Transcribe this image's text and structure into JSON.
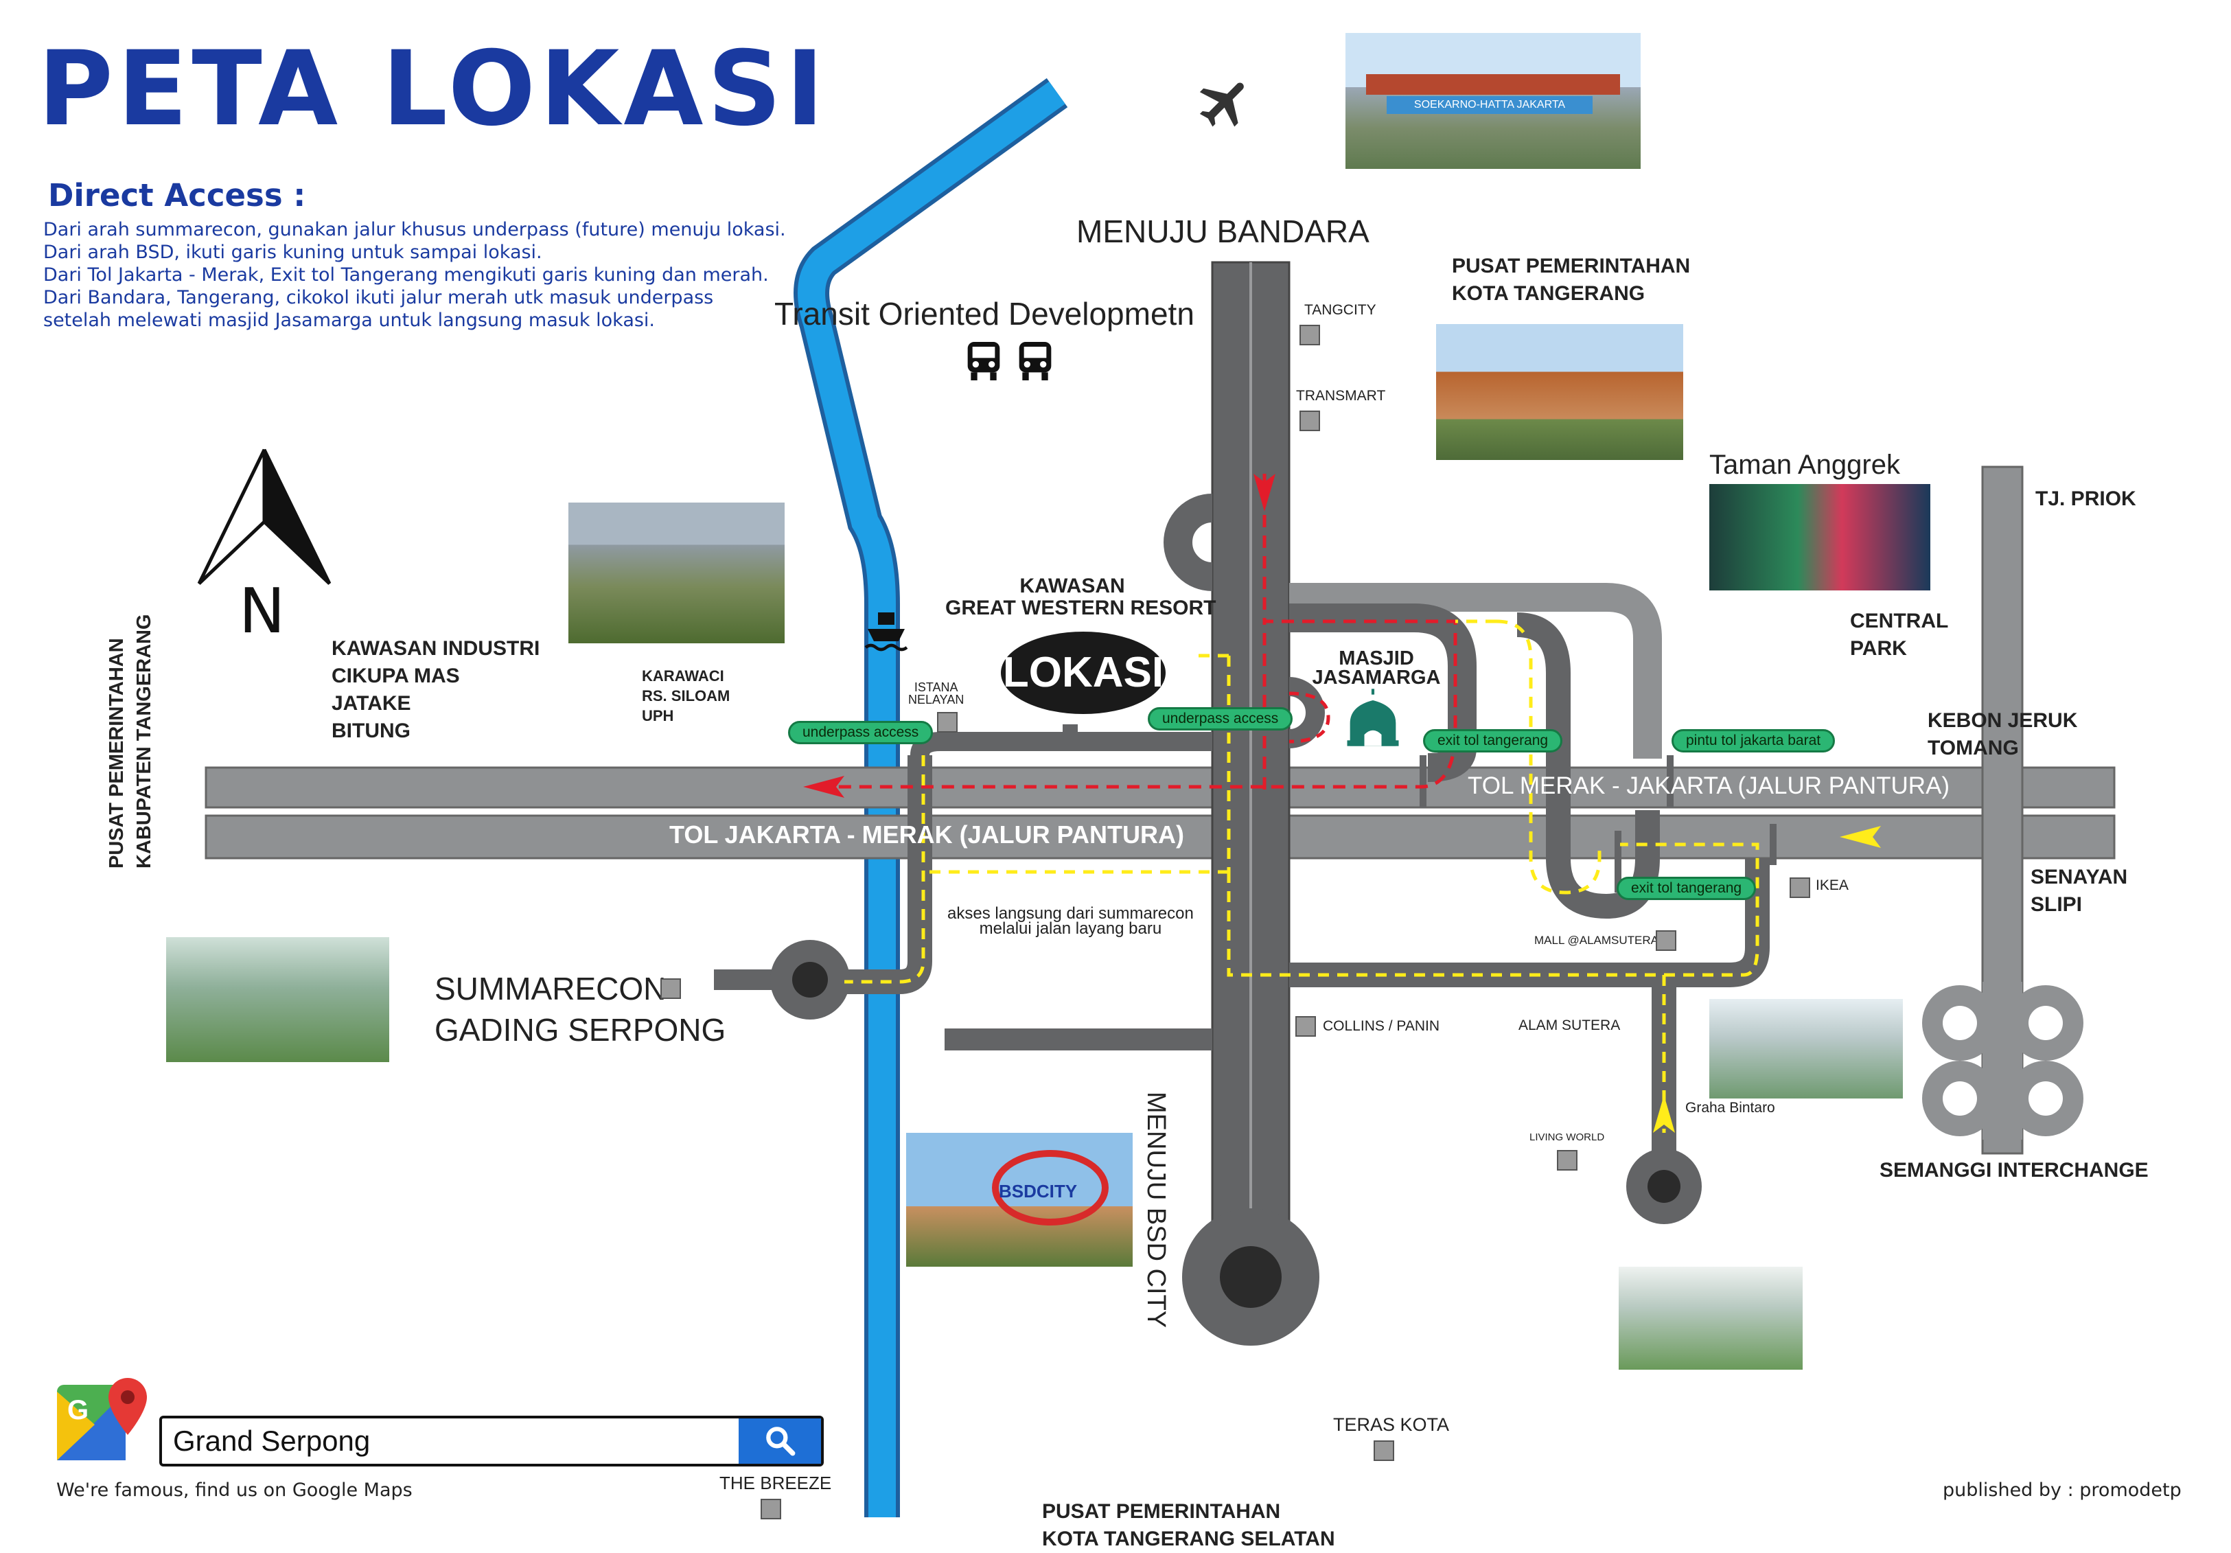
{
  "title": "PETA LOKASI",
  "direct_access": {
    "heading": "Direct Access :",
    "lines": [
      "Dari arah summarecon, gunakan jalur khusus underpass (future) menuju lokasi.",
      "Dari arah BSD, ikuti garis kuning untuk sampai lokasi.",
      "Dari Tol Jakarta - Merak, Exit tol Tangerang mengikuti garis kuning dan merah.",
      "Dari Bandara, Tangerang, cikokol ikuti jalur merah utk masuk underpass",
      "setelah melewati masjid Jasamarga untuk langsung masuk lokasi."
    ]
  },
  "airport_sign": "SOEKARNO-HATTA JAKARTA",
  "compass": "N",
  "labels": {
    "menuju_bandara": "MENUJU BANDARA",
    "tod": "Transit Oriented Developmetn",
    "pusat_pemerintahan_kota_1": "PUSAT PEMERINTAHAN",
    "pusat_pemerintahan_kota_2": "KOTA TANGERANG",
    "tangcity": "TANGCITY",
    "transmart": "TRANSMART",
    "taman_anggrek": "Taman Anggrek",
    "tj_priok": "TJ. PRIOK",
    "central_park_1": "CENTRAL",
    "central_park_2": "PARK",
    "kebon_jeruk_1": "KEBON JERUK",
    "kebon_jeruk_2": "TOMANG",
    "senayan_1": "SENAYAN",
    "senayan_2": "SLIPI",
    "semanggi": "SEMANGGI INTERCHANGE",
    "kawasan_gwr_1": "KAWASAN",
    "kawasan_gwr_2": "GREAT WESTERN RESORT",
    "lokasi": "LOKASI",
    "masjid_1": "MASJID",
    "masjid_2": "JASAMARGA",
    "kawasan_industri_1": "KAWASAN INDUSTRI",
    "kawasan_industri_2": "CIKUPA MAS",
    "kawasan_industri_3": "JATAKE",
    "kawasan_industri_4": "BITUNG",
    "karawaci_1": "KARAWACI",
    "karawaci_2": "RS. SILOAM",
    "karawaci_3": "UPH",
    "istana_nelayan_1": "ISTANA",
    "istana_nelayan_2": "NELAYAN",
    "pusat_kab_1": "PUSAT PEMERINTAHAN",
    "pusat_kab_2": "KABUPATEN TANGERANG",
    "tol_merak_jakarta": "TOL MERAK - JAKARTA (JALUR PANTURA)",
    "tol_jakarta_merak": "TOL JAKARTA - MERAK (JALUR PANTURA)",
    "ikea": "IKEA",
    "mall_alsut": "MALL @ALAMSUTERA",
    "akses_1": "akses langsung dari summarecon",
    "akses_2": "melalui jalan layang baru",
    "summarecon_1": "SUMMARECON",
    "summarecon_2": "GADING SERPONG",
    "collins": "COLLINS / PANIN",
    "alam_sutera": "ALAM SUTERA",
    "graha_bintaro": "Graha Bintaro",
    "living_world": "LIVING WORLD",
    "menuju_bsd": "MENUJU BSD CITY",
    "teras_kota": "TERAS KOTA",
    "the_breeze": "THE BREEZE",
    "pusat_tangsel_1": "PUSAT PEMERINTAHAN",
    "pusat_tangsel_2": "KOTA TANGERANG SELATAN",
    "published_by": "published by : promodetp",
    "google_maps": "We're famous, find us on Google Maps",
    "bsd_city_sign": "BSDCITY"
  },
  "pills": {
    "underpass_access_left": "underpass access",
    "underpass_access_mid": "underpass access",
    "exit_tol_tangerang_top": "exit tol tangerang",
    "pintu_tol_jakarta_barat": "pintu tol jakarta barat",
    "exit_tol_tangerang_bottom": "exit tol tangerang"
  },
  "search": {
    "value": "Grand Serpong"
  },
  "colors": {
    "title_blue": "#1a3aa0",
    "river_blue": "#1e9fe6",
    "road_gray": "#636466",
    "toll_gray": "#8f9193",
    "route_red": "#e21c2a",
    "route_yellow": "#ffec1a",
    "pill_green": "#2bb673"
  },
  "icons": [
    "plane-icon",
    "bus-icon",
    "ship-icon",
    "mosque-icon",
    "north-arrow-icon",
    "google-maps-icon",
    "search-icon"
  ]
}
